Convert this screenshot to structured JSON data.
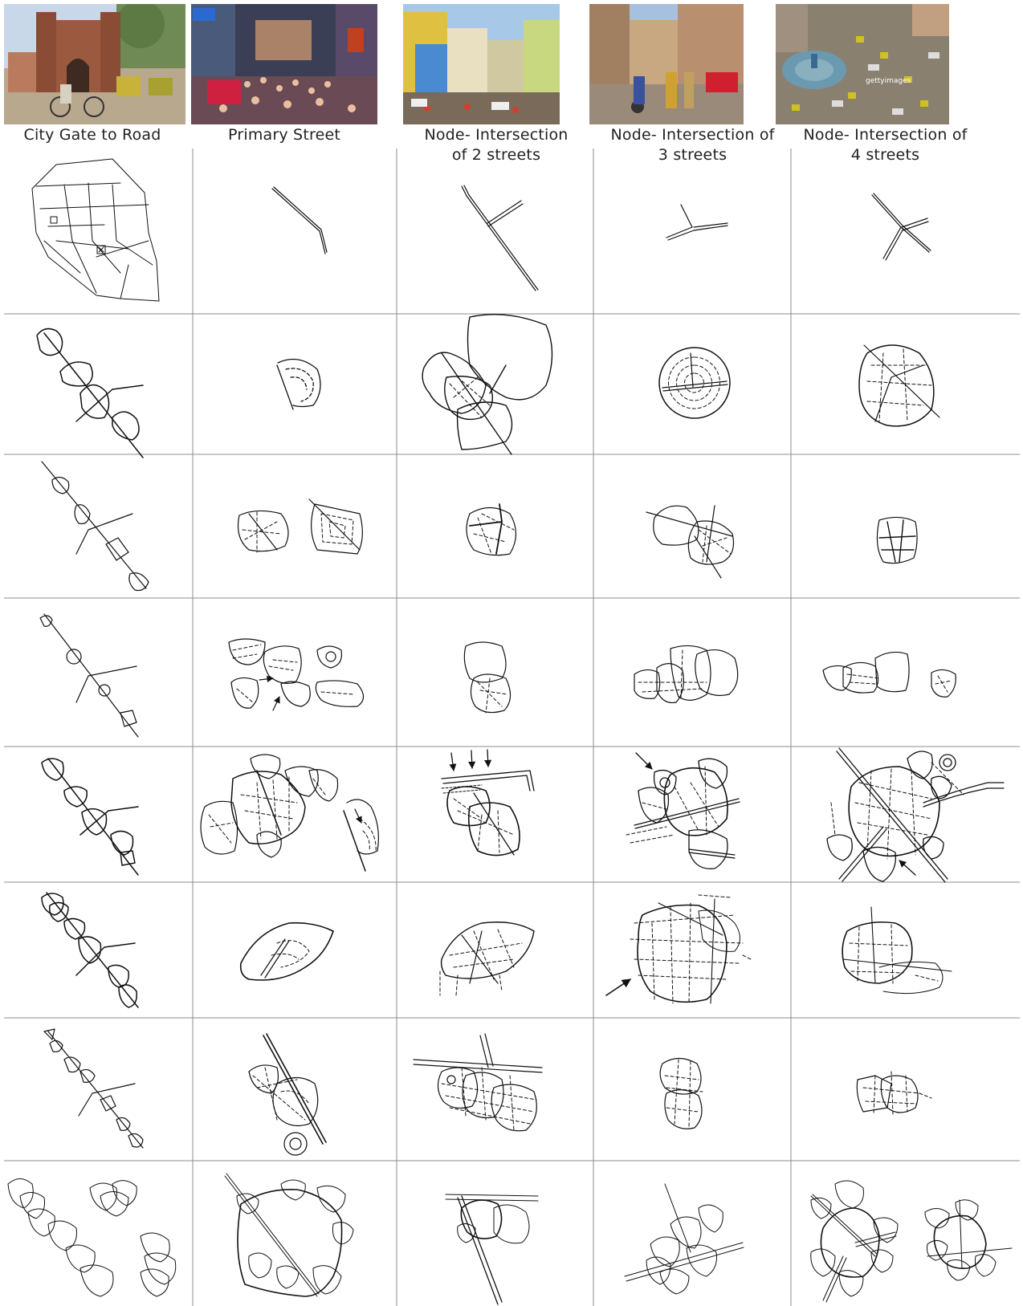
{
  "columns": [
    {
      "title": "City Gate to Road",
      "photo_icon": "city-gate-photo"
    },
    {
      "title": "Primary Street",
      "photo_icon": "crowded-street-photo"
    },
    {
      "title": "Node- Intersection of 2 streets",
      "photo_icon": "intersection-2-photo"
    },
    {
      "title": "Node- Intersection of 3 streets",
      "photo_icon": "intersection-3-photo"
    },
    {
      "title": "Node- Intersection of 4 streets",
      "photo_icon": "intersection-4-photo"
    }
  ],
  "watermark": "gettyimages",
  "diagram_rows": 8,
  "colors": {
    "line": "#111111",
    "grid": "#888888"
  }
}
